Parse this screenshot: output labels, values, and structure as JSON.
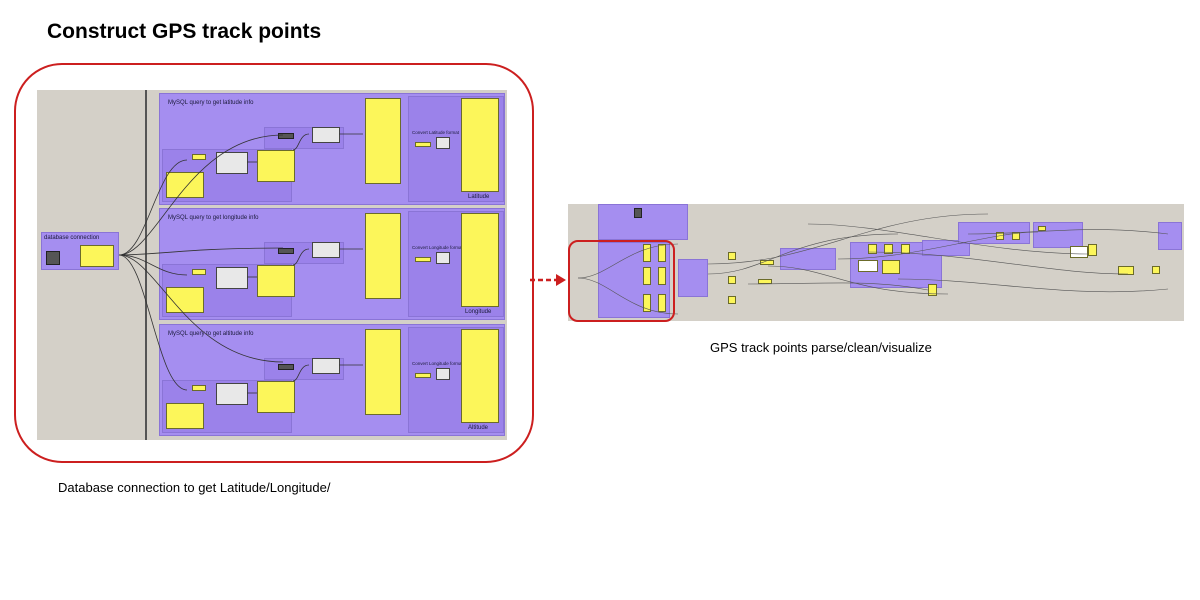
{
  "title": "Construct GPS track points",
  "left_panel": {
    "caption": "Database connection to get Latitude/Longitude/",
    "db_group_label": "database connection",
    "groups": [
      {
        "label": "MySQL query to get latitude info",
        "convert_label": "Convert Latitude format",
        "output_label": "Latitude"
      },
      {
        "label": "MySQL query to get longitude info",
        "convert_label": "Convert Longitude format",
        "output_label": "Longitude"
      },
      {
        "label": "MySQL query to get altitude info",
        "convert_label": "Convert Longitude format",
        "output_label": "Altitude"
      }
    ]
  },
  "right_panel": {
    "caption": "GPS track points parse/clean/visualize"
  },
  "colors": {
    "highlight": "#cc1f1f",
    "group_fill": "#a58ef0",
    "node_yellow": "#fcf65a",
    "canvas_bg": "#d4d0c8"
  }
}
